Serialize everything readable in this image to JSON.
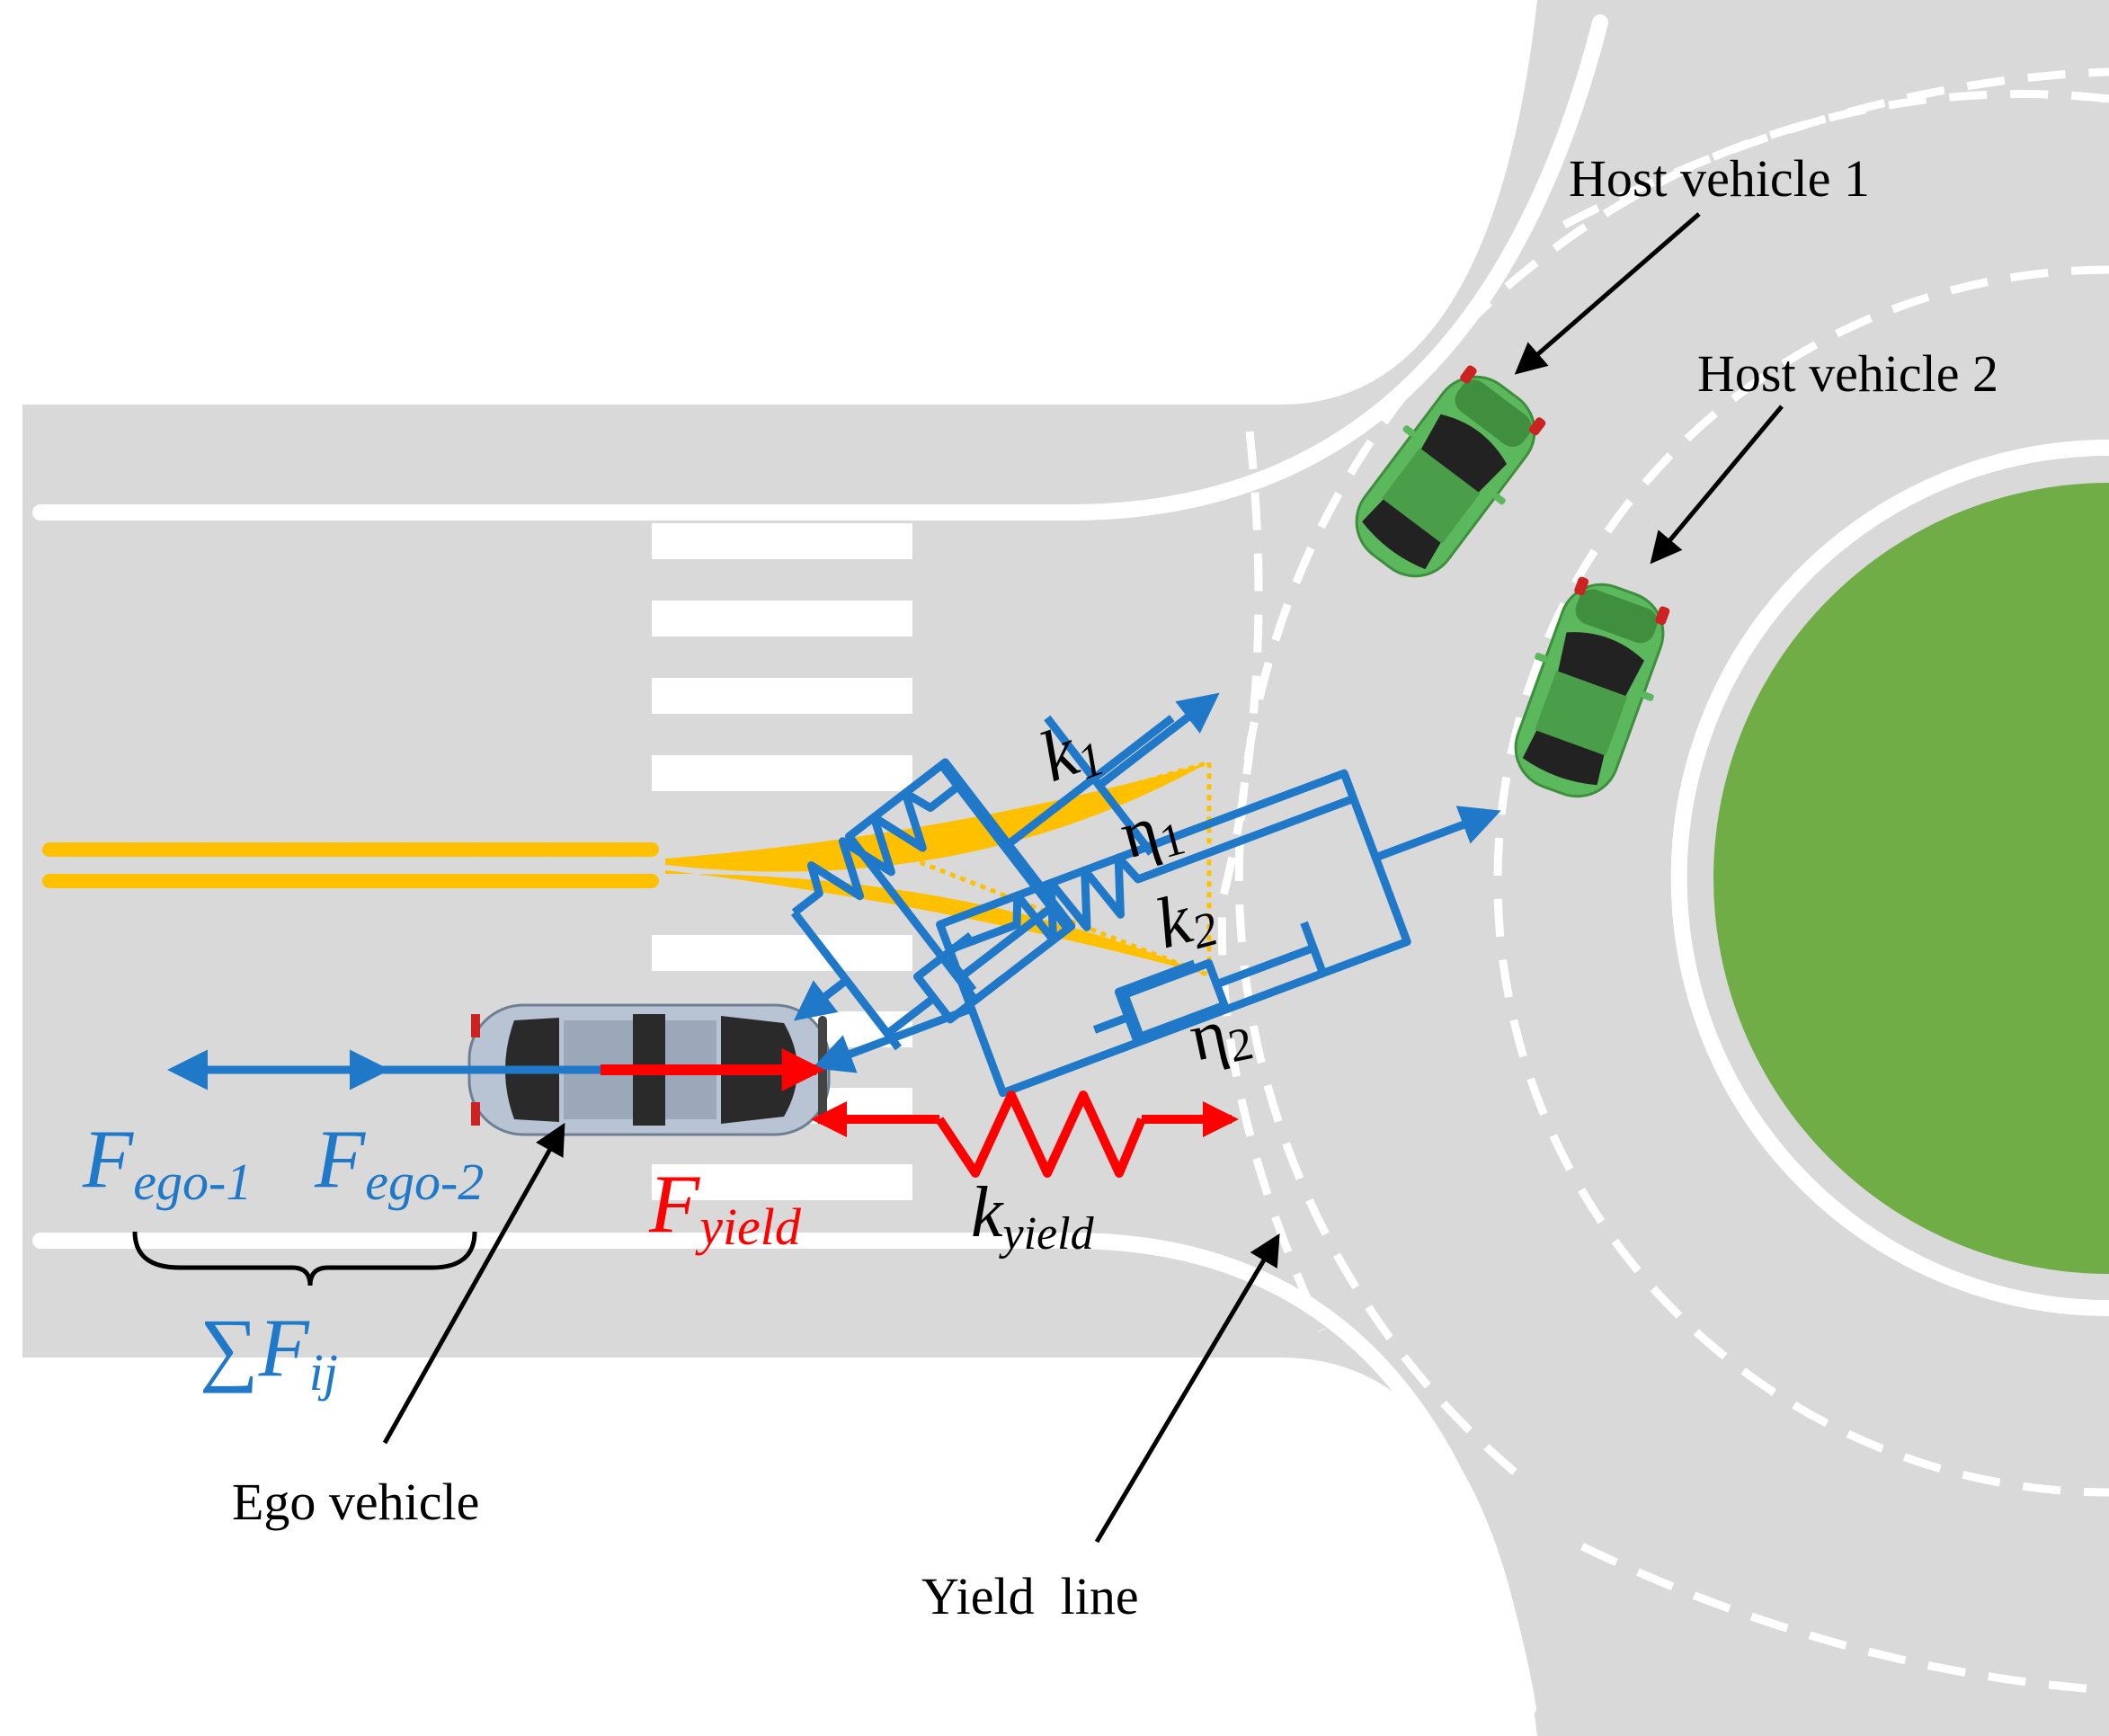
{
  "labels": {
    "host1": "Host vehicle 1",
    "host2": "Host vehicle 2",
    "ego": "Ego vehicle",
    "yield_line": "Yield  line"
  },
  "symbols": {
    "k1": {
      "base": "k",
      "sub": "1"
    },
    "eta1": {
      "base": "η",
      "sub": "1"
    },
    "k2": {
      "base": "k",
      "sub": "2"
    },
    "eta2": {
      "base": "η",
      "sub": "2"
    },
    "f_ego1": {
      "base": "F",
      "sub": "ego-1"
    },
    "f_ego2": {
      "base": "F",
      "sub": "ego-2"
    },
    "f_yield": {
      "base": "F",
      "sub": "yield"
    },
    "k_yield": {
      "base": "k",
      "sub": "yield"
    },
    "sum_f": {
      "base": "∑F",
      "sub": "ij"
    }
  },
  "colors": {
    "road": "#d9d9d9",
    "marking": "#ffffff",
    "island": "#70ad47",
    "centerline": "#ffc000",
    "model_blue": "#1f78c8",
    "yield_red": "#ff0000",
    "leader": "#000000",
    "host_car": "#5cb85c",
    "ego_car": "#b8c4d4"
  },
  "icons": {
    "host1": "green-car-icon",
    "host2": "green-car-icon",
    "ego": "silver-car-icon"
  }
}
